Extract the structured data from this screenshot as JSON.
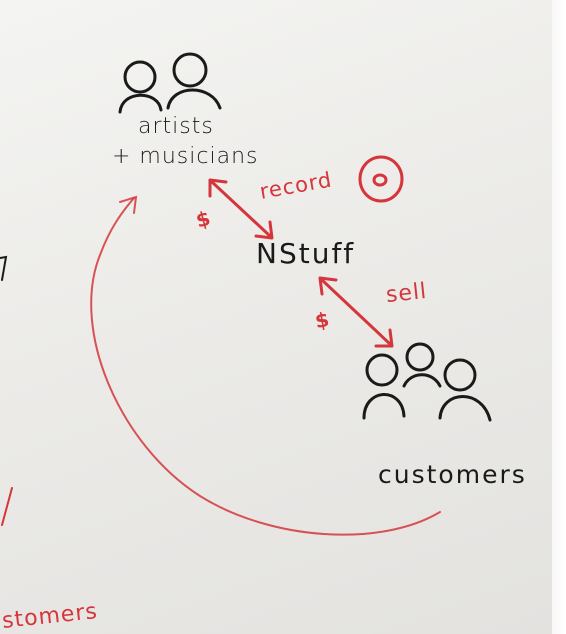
{
  "labels": {
    "artists": "artists",
    "musicians": "+ musicians",
    "hub": "NStuff",
    "customers": "customers",
    "record": "record",
    "sell": "sell",
    "money_1": "$",
    "money_2": "$",
    "partial_customers": "stomers"
  },
  "colors": {
    "marker_black": "#1a1a1a",
    "marker_red": "#d4363b",
    "whiteboard": "#ecebe8"
  }
}
